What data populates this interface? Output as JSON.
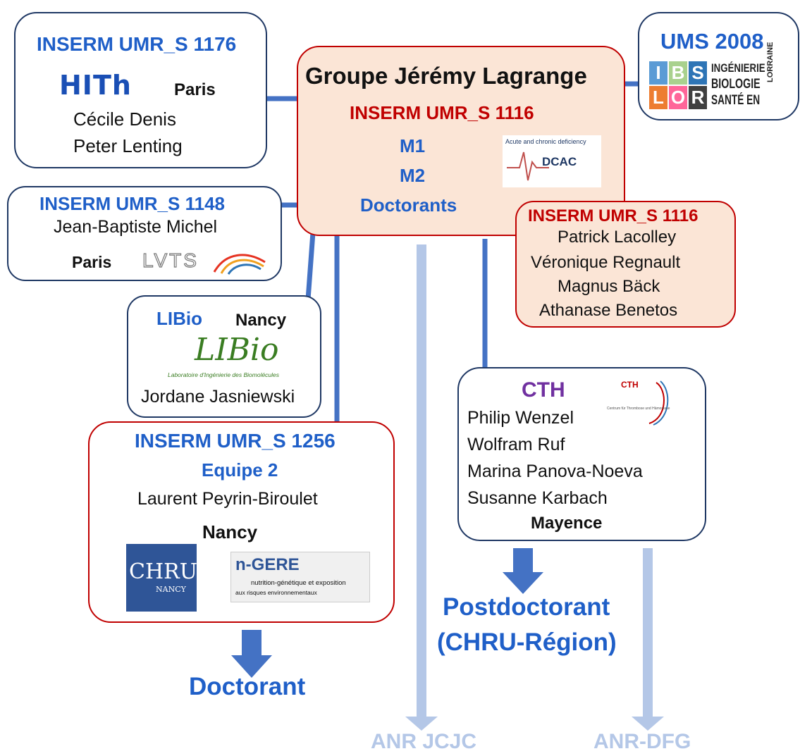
{
  "main": {
    "title": "Groupe Jérémy Lagrange",
    "unit": "INSERM UMR_S 1116",
    "roles": [
      "M1",
      "M2",
      "Doctorants"
    ],
    "dcac_caption": "Acute and chronic deficiency",
    "dcac_name": "DCAC"
  },
  "inserm1176": {
    "title": "INSERM UMR_S 1176",
    "logo": "HITh",
    "city": "Paris",
    "members": [
      "Cécile Denis",
      "Peter Lenting"
    ]
  },
  "ums": {
    "title": "UMS 2008",
    "logo_letters": [
      "I",
      "B",
      "S",
      "L",
      "O",
      "R"
    ],
    "logo_lines": [
      "INGÉNIERIE",
      "BIOLOGIE",
      "SANTÉ EN"
    ],
    "logo_side": "LORRAINE"
  },
  "inserm1148": {
    "title": "INSERM UMR_S 1148",
    "member": "Jean-Baptiste Michel",
    "city": "Paris",
    "logo": "LVTS"
  },
  "inserm1116_partner": {
    "title": "INSERM UMR_S 1116",
    "members": [
      "Patrick  Lacolley",
      "Véronique  Regnault",
      "Magnus  Bäck",
      "Athanase  Benetos"
    ]
  },
  "libio": {
    "title": "LIBio",
    "city": "Nancy",
    "logo": "LIBio",
    "logo_caption": "Laboratoire d'Ingénierie des Biomolécules",
    "member": "Jordane Jasniewski"
  },
  "inserm1256": {
    "title": "INSERM UMR_S 1256",
    "team": "Equipe 2",
    "member": "Laurent Peyrin-Biroulet",
    "city": "Nancy",
    "chru_logo": "CHRU",
    "chru_sub": "NANCY",
    "ngere_logo": "n-GERE",
    "ngere_caption": [
      "nutrition-génétique et exposition",
      "aux risques environnementaux"
    ]
  },
  "cth": {
    "title": "CTH",
    "logo": "CTH",
    "logo_caption": "Centrum für Thrombose und Hämostase",
    "members": [
      "Philip Wenzel",
      "Wolfram Ruf",
      "Marina Panova-Noeva",
      "Susanne Karbach"
    ],
    "city": "Mayence"
  },
  "outcomes": {
    "doctorant": "Doctorant",
    "postdoc_1": "Postdoctorant",
    "postdoc_2": "(CHRU-Région)",
    "anr_jcjc": "ANR JCJC",
    "anr_dfg": "ANR-DFG"
  },
  "colors": {
    "blue_text": "#1f5fc8",
    "red_accent": "#c00000",
    "navy_border": "#1f3864",
    "main_fill": "#fbe5d6",
    "partner_fill": "#fbe5d6",
    "connector": "#4472c4",
    "faded_arrow": "#b4c7e7",
    "purple": "#7030a0"
  }
}
